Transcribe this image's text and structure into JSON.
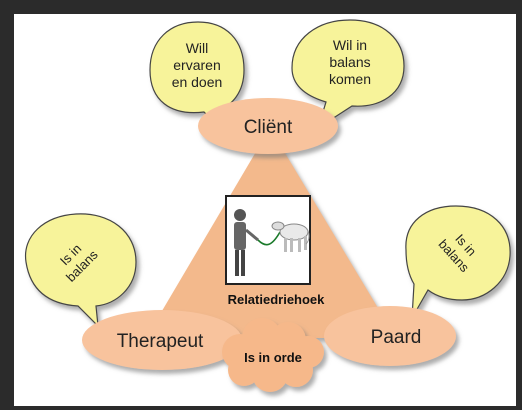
{
  "diagram": {
    "center_label": "Relatiedriehoek",
    "nodes": {
      "client": "Cliënt",
      "therapist": "Therapeut",
      "horse": "Paard"
    },
    "bubbles": {
      "client_left": [
        "Will",
        "ervaren",
        "en doen"
      ],
      "client_right": [
        "Wil in",
        "balans",
        "komen"
      ],
      "therapist": [
        "Is in",
        "balans"
      ],
      "horse": [
        "Is in",
        "balans"
      ]
    },
    "cloud": "Is in orde"
  },
  "colors": {
    "background": "#2b2b2b",
    "canvas": "#ffffff",
    "triangle": "#f3b98c",
    "ellipse": "#f8c39d",
    "bubble": "#f7f39a",
    "cloud": "#f6b88a"
  }
}
